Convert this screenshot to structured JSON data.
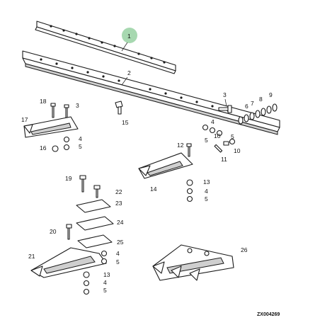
{
  "figure": {
    "drawing_code": "ZX004269",
    "highlight_color": "#a7d8b0",
    "highlighted_callout": "1"
  },
  "callouts": {
    "c1": "1",
    "c2": "2",
    "c3a": "3",
    "c3b": "3",
    "c4a": "4",
    "c4b": "4",
    "c4c": "4",
    "c5a": "5",
    "c5b": "5",
    "c5c": "5",
    "c5d": "5",
    "c5e": "5",
    "c6": "6",
    "c7": "7",
    "c8": "8",
    "c9": "9",
    "c10a": "10",
    "c10b": "10",
    "c11": "11",
    "c12": "12",
    "c13a": "13",
    "c13b": "13",
    "c14": "14",
    "c15": "15",
    "c16": "16",
    "c17": "17",
    "c18": "18",
    "c19": "19",
    "c20": "20",
    "c21": "21",
    "c22": "22",
    "c23": "23",
    "c24": "24",
    "c25": "25",
    "c26": "26"
  }
}
